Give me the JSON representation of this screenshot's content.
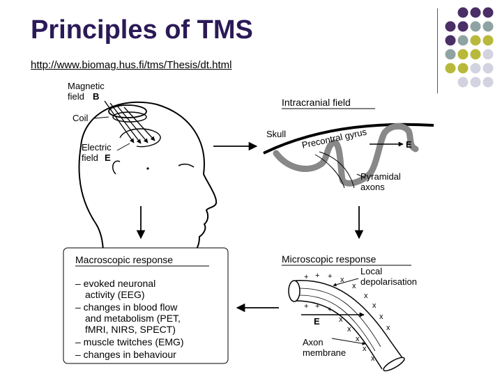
{
  "slide": {
    "title": "Principles of TMS",
    "url": "http://www.biomag.hus.fi/tms/Thesis/dt.html"
  },
  "colors": {
    "title": "#2b1a57",
    "dot_purple": "#4a2e66",
    "dot_teal": "#8fa4a2",
    "dot_olive": "#b8b93a",
    "dot_lavender": "#d3d2e0",
    "gyrus": "#888888"
  },
  "dots": [
    [
      "#4a2e66",
      "#4a2e66",
      "#4a2e66"
    ],
    [
      "#4a2e66",
      "#4a2e66",
      "#8fa4a2",
      "#8fa4a2"
    ],
    [
      "#4a2e66",
      "#8fa4a2",
      "#b8b93a",
      "#b8b93a"
    ],
    [
      "#8fa4a2",
      "#b8b93a",
      "#b8b93a",
      "#d3d2e0"
    ],
    [
      "#b8b93a",
      "#b8b93a",
      "#d3d2e0",
      "#d3d2e0"
    ],
    [
      "#d3d2e0",
      "#d3d2e0",
      "#d3d2e0"
    ]
  ],
  "head_labels": {
    "magnetic_1": "Magnetic",
    "magnetic_2": "field",
    "magnetic_sym": "B",
    "coil": "Coil",
    "electric_1": "Electric",
    "electric_2": "field",
    "electric_sym": "E"
  },
  "intracranial": {
    "heading": "Intracranial field",
    "skull": "Skull",
    "gyrus": "Precontral gyrus",
    "e_label": "E",
    "pyramidal_1": "Pyramidal",
    "pyramidal_2": "axons"
  },
  "microscopic": {
    "heading": "Microscopic response",
    "local_1": "Local",
    "local_2": "depolarisation",
    "e_label": "E",
    "axon_1": "Axon",
    "axon_2": "membrane"
  },
  "macroscopic": {
    "heading": "Macroscopic response",
    "items": [
      "– evoked neuronal",
      "activity (EEG)",
      "– changes in blood flow",
      "and metabolism (PET,",
      "fMRI, NIRS, SPECT)",
      "– muscle twitches (EMG)",
      "– changes in behaviour"
    ]
  }
}
